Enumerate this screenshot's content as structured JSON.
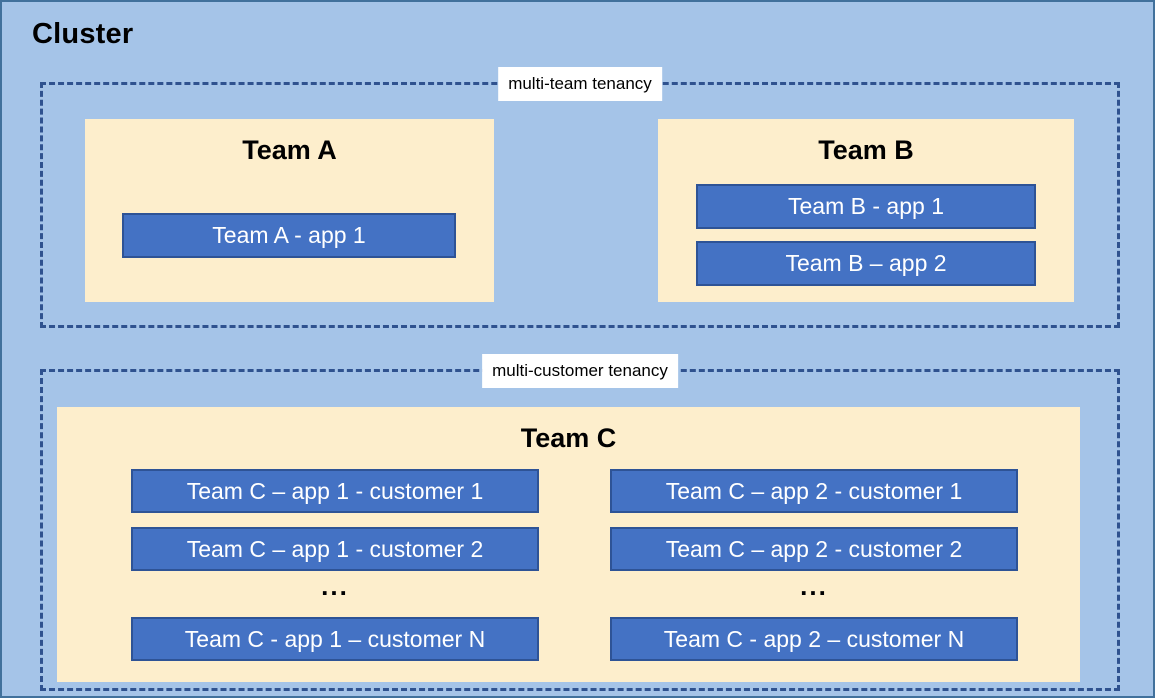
{
  "diagram": {
    "title": "Cluster",
    "colors": {
      "cluster_background": "#A5C4E8",
      "cluster_border": "#41719C",
      "tenancy_dashed_border": "#2F528F",
      "team_panel_background": "#FDEECC",
      "app_chip_background": "#4472C4",
      "app_chip_border": "#2E5396",
      "app_chip_text": "#FFFFFF",
      "label_background": "#FFFFFF",
      "title_text": "#000000"
    },
    "groups": [
      {
        "id": "multi-team-tenancy",
        "label": "multi-team tenancy",
        "teams": [
          {
            "id": "team-a",
            "title": "Team A",
            "apps": [
              "Team A - app 1"
            ]
          },
          {
            "id": "team-b",
            "title": "Team B",
            "apps": [
              "Team B - app 1",
              "Team B – app 2"
            ]
          }
        ]
      },
      {
        "id": "multi-customer-tenancy",
        "label": "multi-customer tenancy",
        "teams": [
          {
            "id": "team-c",
            "title": "Team C",
            "columns": [
              {
                "id": "team-c-app-1",
                "apps": [
                  "Team C – app 1 - customer 1",
                  "Team C – app 1 - customer 2",
                  "Team C - app 1 – customer N"
                ],
                "ellipsis": "..."
              },
              {
                "id": "team-c-app-2",
                "apps": [
                  "Team C – app 2 - customer 1",
                  "Team C – app 2 - customer 2",
                  "Team C - app 2 – customer N"
                ],
                "ellipsis": "..."
              }
            ]
          }
        ]
      }
    ]
  }
}
